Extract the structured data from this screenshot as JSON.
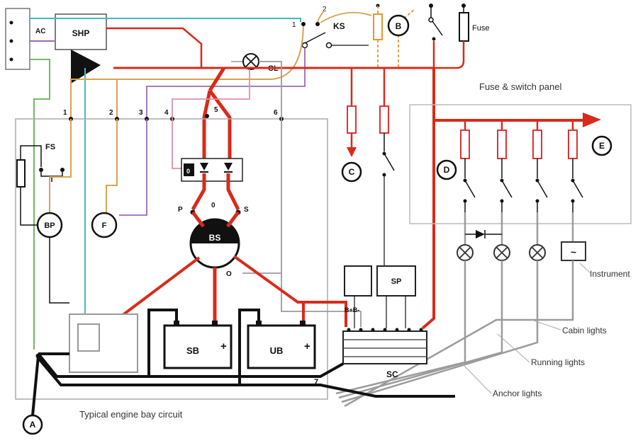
{
  "diagram": {
    "title": "Typical engine bay circuit",
    "panel_title": "Fuse & switch panel",
    "fuse_label": "Fuse",
    "seven": "7"
  },
  "components": {
    "shp": "SHP",
    "ac": "AC",
    "ks": "KS",
    "cl": "CL",
    "fs": "FS",
    "bp": "BP",
    "f": "F",
    "bs": "BS",
    "sb": "SB",
    "ub": "UB",
    "sp": "SP",
    "sc": "SC"
  },
  "nodes": {
    "a": "A",
    "b": "B",
    "c": "C",
    "d": "D",
    "e": "E"
  },
  "terminals": {
    "t1": "1",
    "t2": "2",
    "t3": "3",
    "t4": "4",
    "t5": "5",
    "t6": "6",
    "ks1": "1",
    "ks2": "2"
  },
  "battery_switch": {
    "p": "P",
    "zero": "0",
    "s": "S",
    "o": "O"
  },
  "battery_labels": {
    "sb_plus": "+",
    "ub_plus": "+"
  },
  "diode_block": {
    "zero": "0"
  },
  "sc_labels": {
    "b_plus_minus": "B+B-"
  },
  "instrument_symbol": "~",
  "outputs": {
    "instrument": "Instrument",
    "cabin": "Cabin lights",
    "running": "Running lights",
    "anchor": "Anchor lights"
  },
  "colors": {
    "positive": "#d92a1a",
    "negative": "#111111",
    "teal": "#46b8c8",
    "green": "#62b152",
    "purple": "#9a6ab5",
    "tan": "#d8a351",
    "pink": "#df8fae",
    "gray": "#9b9b9b",
    "orange": "#e8962e"
  }
}
